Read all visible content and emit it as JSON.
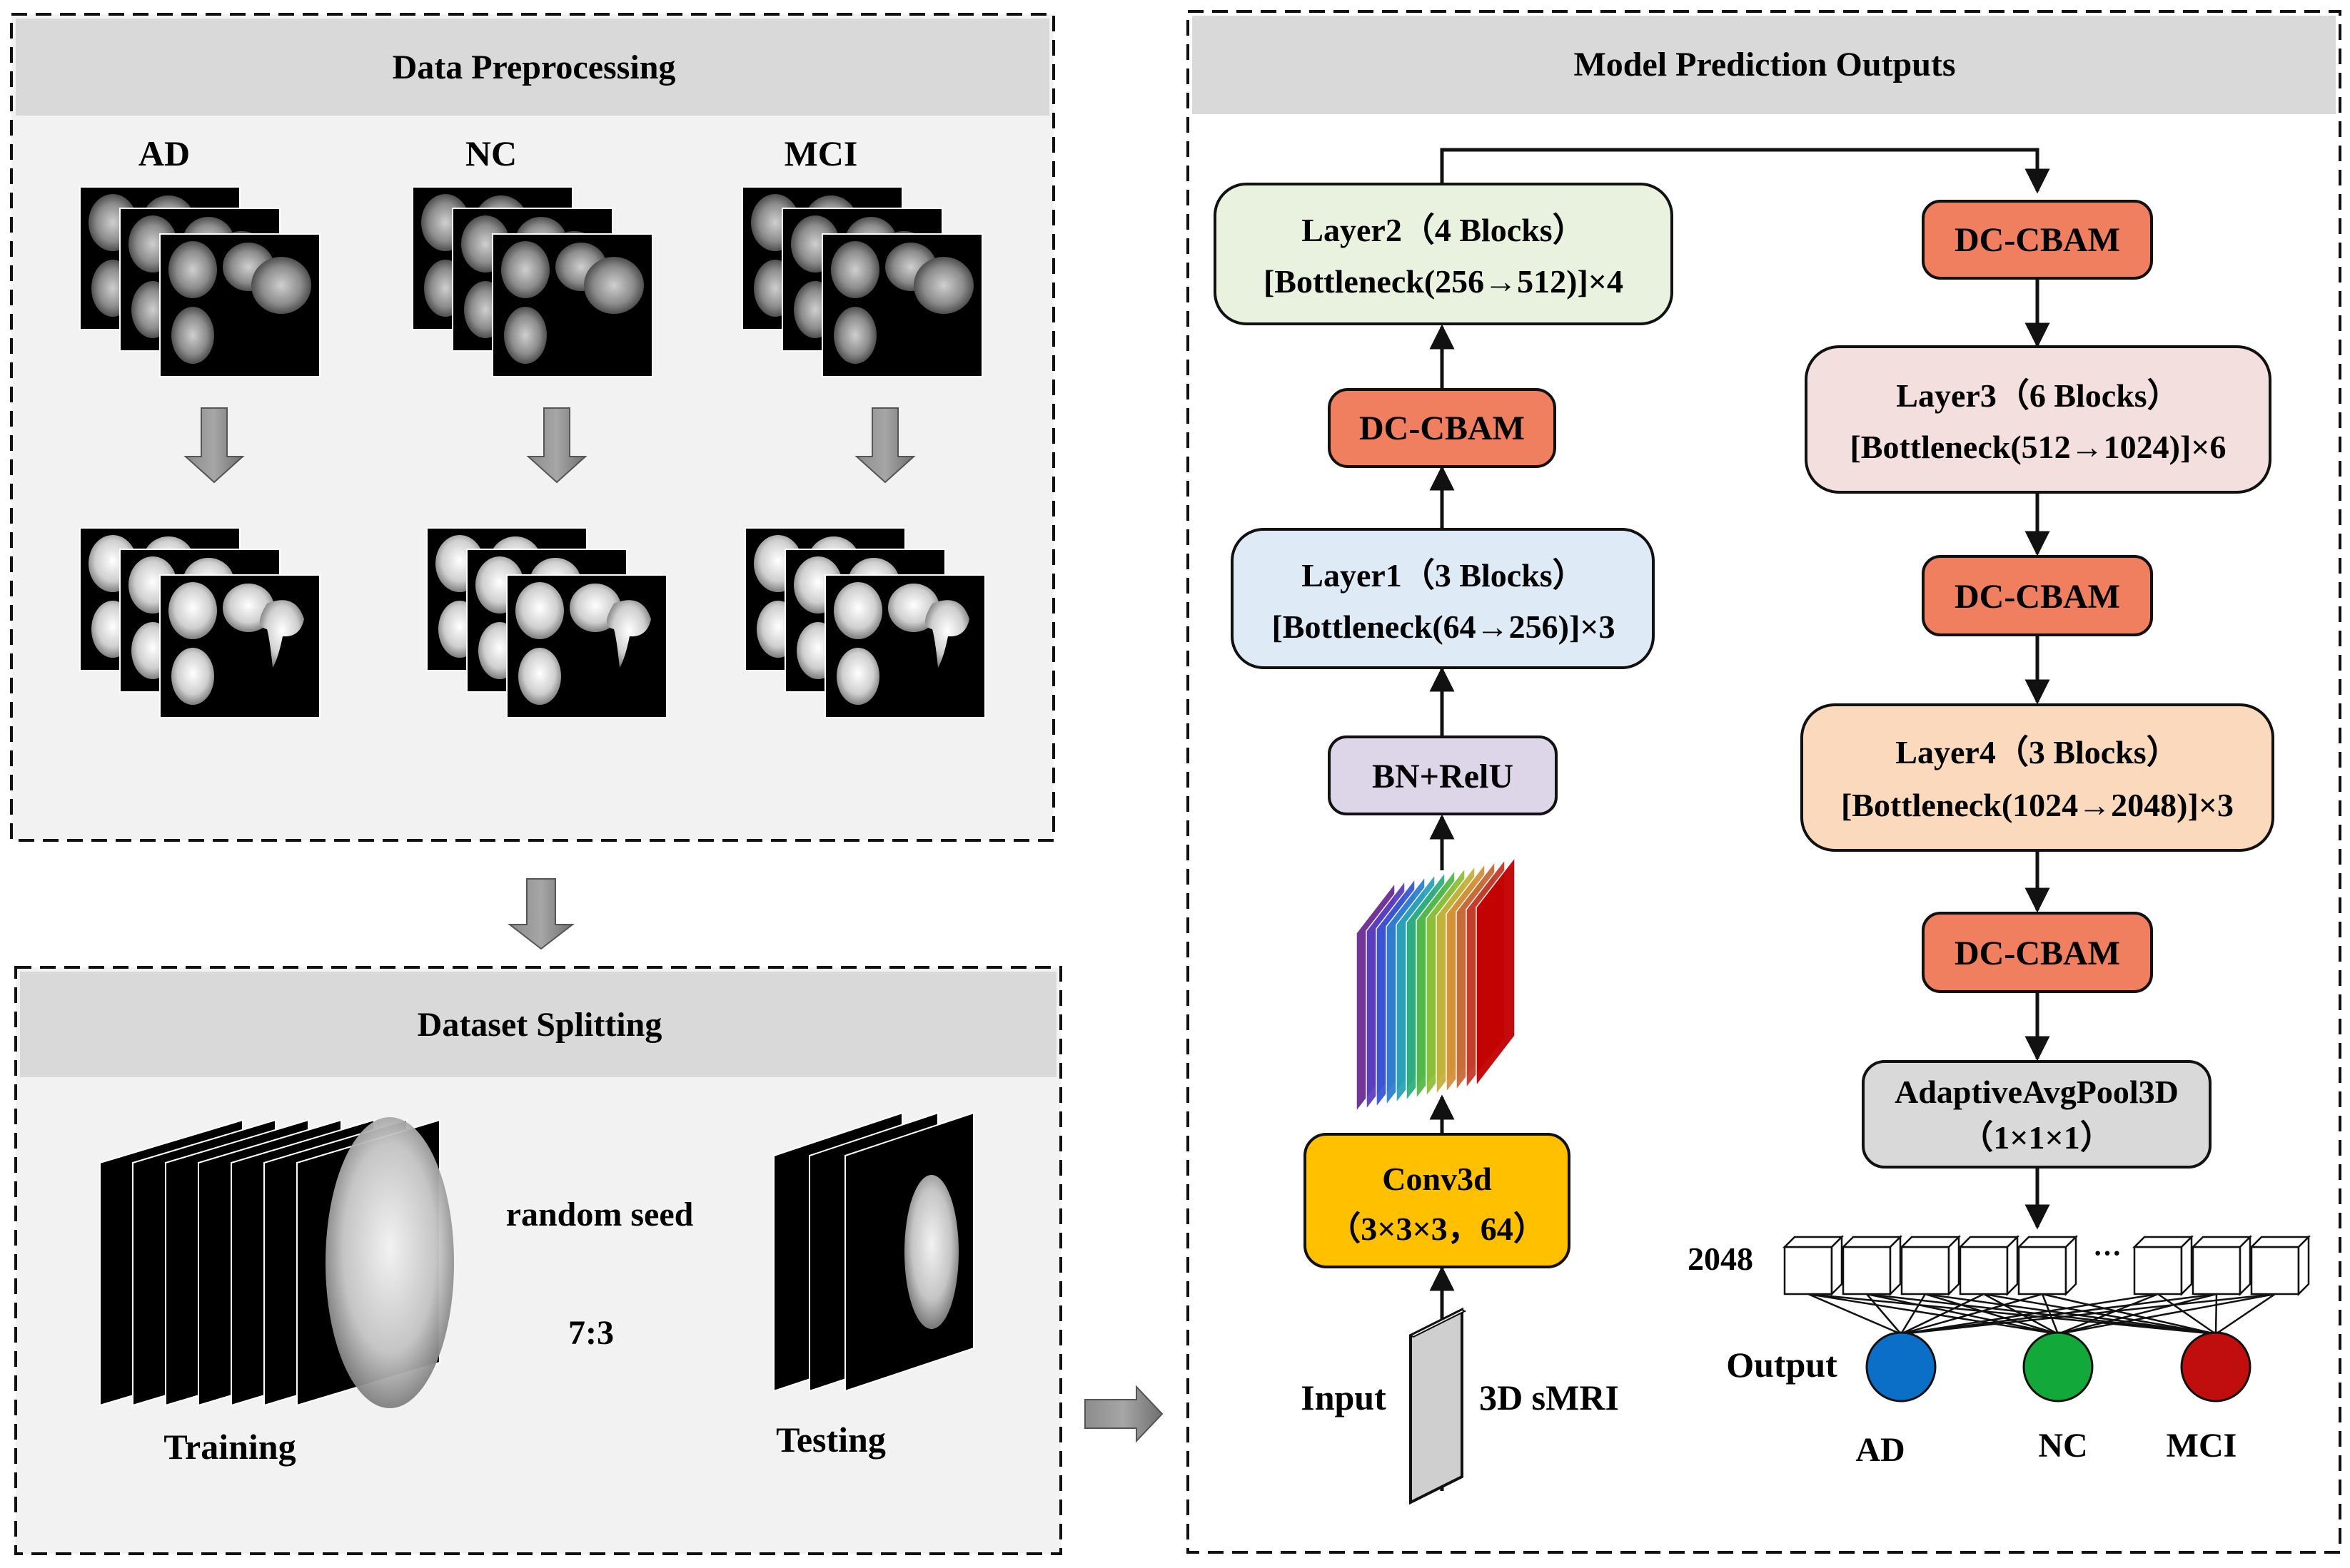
{
  "preprocessing": {
    "title": "Data Preprocessing",
    "classes": [
      "AD",
      "NC",
      "MCI"
    ]
  },
  "splitting": {
    "title": "Dataset Splitting",
    "training_label": "Training",
    "testing_label": "Testing",
    "seed_label": "random seed",
    "ratio_label": "7:3"
  },
  "model": {
    "title": "Model Prediction Outputs",
    "layer1": {
      "line1": "Layer1（3 Blocks）",
      "line2": "[Bottleneck(64→256)]×3"
    },
    "layer2": {
      "line1": "Layer2（4 Blocks）",
      "line2": "[Bottleneck(256→512)]×4"
    },
    "layer3": {
      "line1": "Layer3（6 Blocks）",
      "line2": "[Bottleneck(512→1024)]×6"
    },
    "layer4": {
      "line1": "Layer4（3 Blocks）",
      "line2": "[Bottleneck(1024→2048)]×3"
    },
    "dc_cbam": "DC-CBAM",
    "bn_relu": "BN+RelU",
    "conv": {
      "line1": "Conv3d",
      "line2": "（3×3×3，64）"
    },
    "pool": {
      "line1": "AdaptiveAvgPool3D",
      "line2": "（1×1×1）"
    },
    "input_label": "Input",
    "input_type": "3D sMRI",
    "features_count": "2048",
    "ellipsis": "···",
    "output_label": "Output",
    "outputs": [
      {
        "name": "AD",
        "color": "#0b6fc8"
      },
      {
        "name": "NC",
        "color": "#13a83a"
      },
      {
        "name": "MCI",
        "color": "#c00d0d"
      }
    ]
  },
  "colors": {
    "header_band": "#d9d9d9",
    "panel_bg": "#f2f2f2",
    "layer1_fill": "#deebf7",
    "layer2_fill": "#e9f2de",
    "layer3_fill": "#f4dfdf",
    "layer4_fill": "#fbd9bd",
    "dc_cbam_fill": "#ef7f5f",
    "bn_fill": "#dcd6e8",
    "conv_fill": "#ffc000",
    "pool_fill": "#d9d9d9"
  }
}
